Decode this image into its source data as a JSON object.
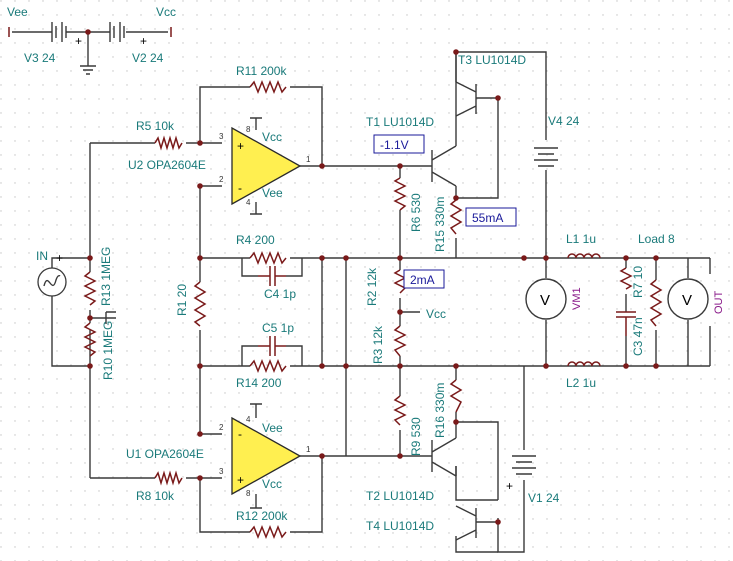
{
  "components": {
    "v3": "V3 24",
    "v2": "V2 24",
    "v4": "V4 24",
    "v1": "V1 24",
    "r11": "R11 200k",
    "r5": "R5 10k",
    "u2": "U2 OPA2604E",
    "t1": "T1 LU1014D",
    "t3": "T3 LU1014D",
    "r6": "R6 530",
    "r15": "R15 330m",
    "r4": "R4 200",
    "c4": "C4 1p",
    "r1": "R1 20",
    "r13": "R13 1MEG",
    "r10": "R10 1MEG",
    "r2": "R2 12k",
    "r3": "R3 12k",
    "c5": "C5 1p",
    "r14": "R14 200",
    "l1": "L1 1u",
    "l2": "L2 1u",
    "load": "Load 8",
    "r7": "R7 10",
    "c3": "C3 47n",
    "vm1": "VM1",
    "out": "OUT",
    "in": "IN",
    "r9": "R9 530",
    "r16": "R16 330m",
    "u1": "U1 OPA2604E",
    "r8": "R8 10k",
    "r12": "R12 200k",
    "t2": "T2 LU1014D",
    "t4": "T4 LU1014D"
  },
  "nets": {
    "vee": "Vee",
    "vcc": "Vcc"
  },
  "measurements": {
    "voltage": "-1.1V",
    "current_top": "55mA",
    "current_mid": "2mA"
  },
  "pins": {
    "p1": "1",
    "p2": "2",
    "p3": "3",
    "p4": "4",
    "p8": "8"
  },
  "meter_symbol": "V",
  "signs": {
    "plus": "+",
    "minus": "-"
  },
  "colors": {
    "wire": "#3a3a3a",
    "component": "#7a1a1a",
    "label": "#1a7a7a",
    "tag": "#1a1a9a",
    "opamp": "#ffef50",
    "meter": "#8a1a8a"
  }
}
